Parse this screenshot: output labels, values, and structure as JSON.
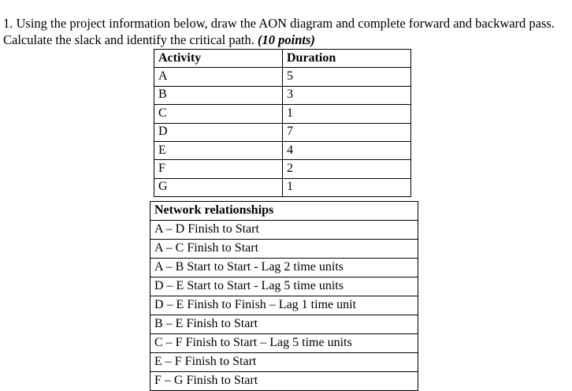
{
  "prompt": {
    "text": "1. Using the project information below, draw the AON diagram and complete forward and backward pass. Calculate the slack and identify the critical path. ",
    "points": "(10 points)"
  },
  "activity_table": {
    "headers": [
      "Activity",
      "Duration"
    ],
    "rows": [
      [
        "A",
        "5"
      ],
      [
        "B",
        "3"
      ],
      [
        "C",
        "1"
      ],
      [
        "D",
        "7"
      ],
      [
        "E",
        "4"
      ],
      [
        "F",
        "2"
      ],
      [
        "G",
        "1"
      ]
    ]
  },
  "relationships_table": {
    "header": "Network relationships",
    "rows": [
      "A – D Finish to Start",
      "A – C Finish to Start",
      "A – B Start to Start  - Lag 2 time units",
      "D – E Start to Start  - Lag 5 time units",
      "D – E Finish to Finish – Lag 1 time unit",
      "B – E Finish to Start",
      "C – F Finish to Start – Lag 5 time units",
      "E – F Finish to Start",
      "F – G Finish to Start"
    ]
  }
}
